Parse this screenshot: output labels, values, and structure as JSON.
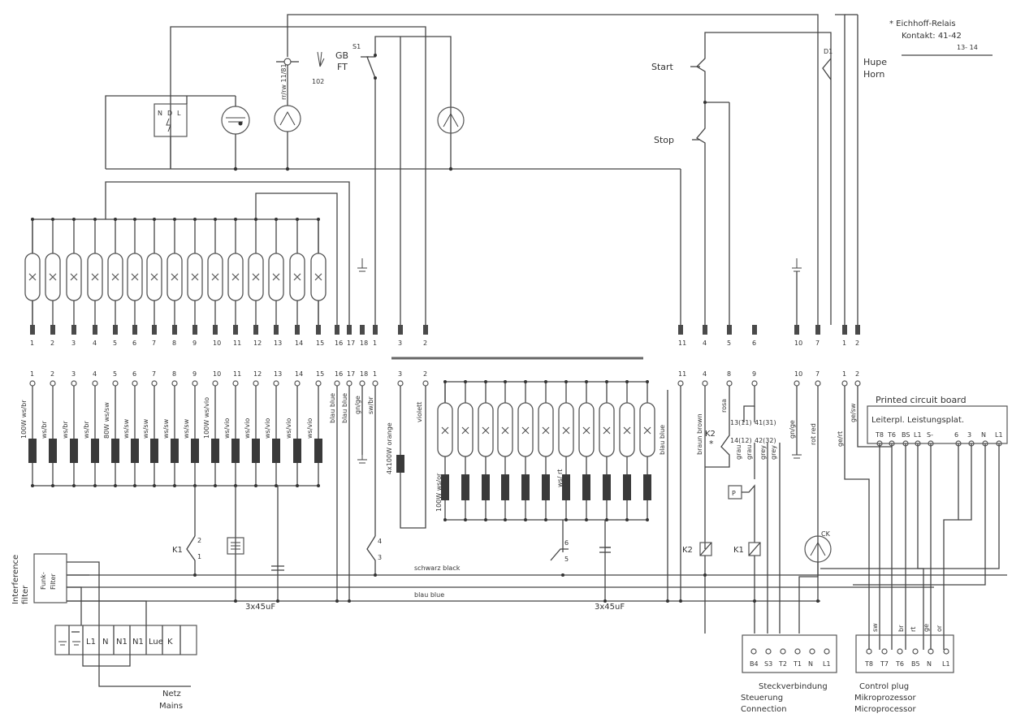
{
  "title_note": {
    "line1": "* Eichhoff-Relais",
    "line2": "Kontakt: 41-42",
    "line3": "13- 14"
  },
  "top": {
    "s1": "S1",
    "gbft": [
      "GB",
      "FT"
    ],
    "l102": "102",
    "start": "Start",
    "stop": "Stop",
    "d1": "D1",
    "hupe": "Hupe",
    "horn": "Horn",
    "ndl": [
      "N",
      "D",
      "L"
    ]
  },
  "upper_terminals": [
    "1",
    "2",
    "3",
    "4",
    "5",
    "6",
    "7",
    "8",
    "9",
    "10",
    "11",
    "12",
    "13",
    "14",
    "15",
    "16",
    "17",
    "18",
    "1",
    "3",
    "2",
    "11",
    "4",
    "5",
    "6",
    "10",
    "7",
    "1",
    "2"
  ],
  "lower_terminals": [
    "1",
    "2",
    "3",
    "4",
    "5",
    "6",
    "7",
    "8",
    "9",
    "10",
    "11",
    "12",
    "13",
    "14",
    "15",
    "16",
    "17",
    "18",
    "1",
    "3",
    "2",
    "11",
    "4",
    "8",
    "9",
    "10",
    "7",
    "1",
    "2"
  ],
  "heater_labels": [
    "100W ws/br",
    "ws/br",
    "ws/br",
    "ws/br",
    "80W ws/sw",
    "ws/sw",
    "ws/sw",
    "ws/sw",
    "ws/sw",
    "100W ws/vio",
    "ws/vio",
    "ws/vio",
    "ws/vio",
    "ws/vio",
    "ws/vio"
  ],
  "wire_labels": {
    "blau_blue": "blau blue",
    "blau_blue2": "blau blue",
    "gnge": "gn/ge",
    "swbr": "sw/br",
    "orange": "4x100W orange",
    "violett": "violett",
    "w100": "100W ws/or",
    "ws_rt": "ws/ rt",
    "blau_blue3": "blau blue",
    "braun": "braun brown",
    "rosa": "rosa",
    "grau": "grau",
    "grau2": "grau",
    "grey": "grey",
    "grey2": "grey",
    "gnge2": "gn/ge",
    "rotred": "rot red",
    "gert": "ge/rt",
    "gesw": "ge/sw"
  },
  "relay": {
    "k2": "K2",
    "star": "*",
    "c1": "13(11)",
    "c2": "14(12)",
    "c3": "41(31)",
    "c4": "42(32)"
  },
  "pcb": {
    "title": "Printed circuit board",
    "header": "Leiterpl. Leistungsplat.",
    "pins": [
      "T8",
      "T6",
      "BS",
      "L1",
      "S-",
      "6",
      "3",
      "N",
      "L1"
    ]
  },
  "lower": {
    "k1": "K1",
    "k2": "K2",
    "k1b": "K1",
    "p": "P",
    "ck": "CK",
    "n2": "2",
    "n1": "1",
    "n4": "4",
    "n3": "3",
    "n6": "6",
    "n5": "5",
    "cap1": "3x45uF",
    "cap2": "3x45uF",
    "black": "schwarz  black",
    "blue": "blau    blue",
    "interference": [
      "Interference",
      "filter"
    ],
    "funk": [
      "Funk-",
      "Filter"
    ],
    "mains_terms": [
      "L1",
      "N",
      "N1",
      "N1",
      "Lue",
      "K"
    ],
    "netz": "Netz",
    "mains": "Mains",
    "steck_pins": [
      "B4",
      "S3",
      "T2",
      "T1",
      "N",
      "L1"
    ],
    "ctrl_pins": [
      "T8",
      "T7",
      "T6",
      "B5",
      "N",
      "L1"
    ],
    "steck": "Steckverbindung",
    "steuerung": "Steuerung",
    "connection": "Connection",
    "control_plug": "Control plug",
    "mikro": "Mikroprozessor",
    "micro": "Microprocessor",
    "wire_codes": [
      "sw",
      "br",
      "rt",
      "ge",
      "or"
    ]
  }
}
